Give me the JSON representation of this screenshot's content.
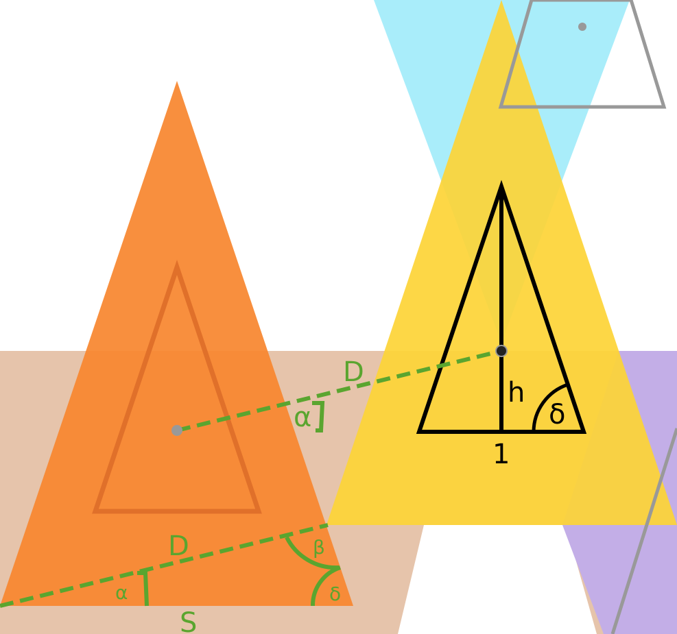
{
  "labels": {
    "d_upper": "D",
    "alpha_upper": "α",
    "h": "h",
    "delta_upper": "δ",
    "one": "1",
    "d_lower": "D",
    "beta": "β",
    "alpha_lower": "α",
    "delta_lower": "δ",
    "s": "S"
  },
  "colors": {
    "orange": "#f7862f",
    "yellow": "#fdd436",
    "cyan": "#a9edfa",
    "tan": "#e6c4ab",
    "purple": "#c3aee7",
    "green": "#5aa52f",
    "gray": "#999999",
    "black": "#000000"
  }
}
